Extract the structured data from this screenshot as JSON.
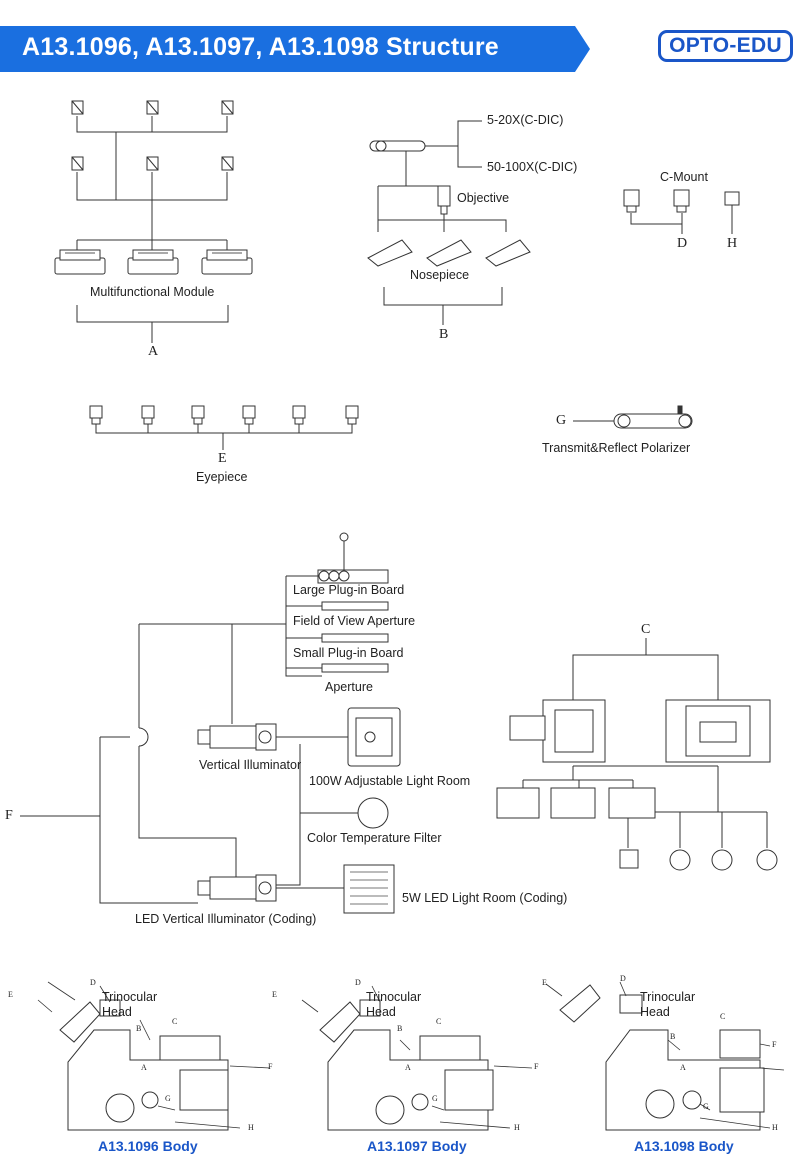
{
  "header": {
    "title": "A13.1096,  A13.1097,  A13.1098  Structure",
    "logo": "OPTO-EDU",
    "banner_color": "#1a6fe0",
    "logo_color": "#1a56c8"
  },
  "components": {
    "multifunctional_module": "Multifunctional Module",
    "label_a": "A",
    "c_dic_1": "5-20X(C-DIC)",
    "c_dic_2": "50-100X(C-DIC)",
    "objective": "Objective",
    "nosepiece": "Nosepiece",
    "label_b": "B",
    "c_mount": "C-Mount",
    "label_d": "D",
    "label_h": "H",
    "label_e": "E",
    "eyepiece": "Eyepiece",
    "label_g": "G",
    "polarizer": "Transmit&Reflect Polarizer",
    "large_plug": "Large Plug-in Board",
    "field_aperture": "Field of View Aperture",
    "small_plug": "Small Plug-in Board",
    "aperture": "Aperture",
    "vertical_illuminator": "Vertical Illuminator",
    "light_room_100w": "100W Adjustable Light Room",
    "label_f": "F",
    "color_filter": "Color Temperature Filter",
    "led_illuminator": "LED Vertical Illuminator (Coding)",
    "led_light_room": "5W LED Light Room (Coding)",
    "label_c": "C"
  },
  "bodies": [
    {
      "caption": "A13.1096 Body",
      "trinocular": "Trinocular",
      "head": "Head",
      "d": "D",
      "e": "E",
      "b": "B",
      "c": "C",
      "a": "A",
      "f": "F",
      "g": "G",
      "h": "H"
    },
    {
      "caption": "A13.1097 Body",
      "trinocular": "Trinocular",
      "head": "Head",
      "d": "D",
      "e": "E",
      "b": "B",
      "c": "C",
      "a": "A",
      "f": "F",
      "g": "G",
      "h": "H"
    },
    {
      "caption": "A13.1098 Body",
      "trinocular": "Trinocular",
      "head": "Head",
      "d": "D",
      "e": "E",
      "b": "B",
      "c": "C",
      "a": "A",
      "f": "F",
      "g": "G",
      "h": "H"
    }
  ]
}
